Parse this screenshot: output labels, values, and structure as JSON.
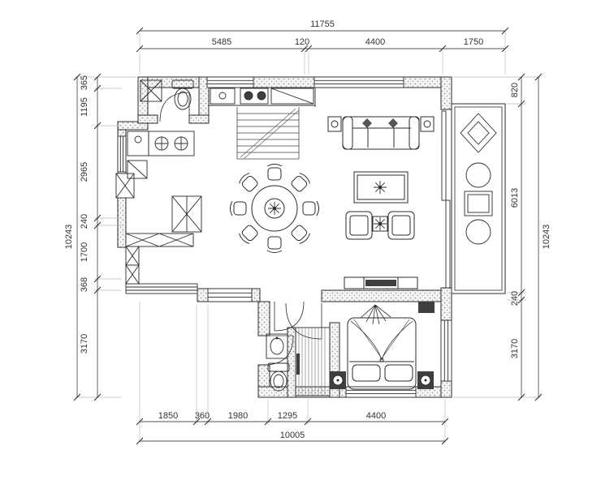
{
  "page": {
    "title": "Residential floor plan",
    "background": "#ffffff"
  },
  "dimensions": {
    "top": {
      "total": "11755",
      "segments": [
        "5485",
        "120",
        "4400",
        "1750"
      ]
    },
    "bottom": {
      "total": "10005",
      "segments": [
        "1850",
        "360",
        "1980",
        "1295",
        "4400"
      ]
    },
    "left": {
      "total": "10243",
      "segments": [
        "365",
        "1195",
        "2965",
        "240",
        "1700",
        "368",
        "3170"
      ]
    },
    "right": {
      "total": "10243",
      "segments": [
        "820",
        "6013",
        "240",
        "3170"
      ]
    }
  },
  "colors": {
    "line": "#2b2b2b",
    "dim_text": "#333333",
    "wall_dot": "#8a8a8a"
  }
}
